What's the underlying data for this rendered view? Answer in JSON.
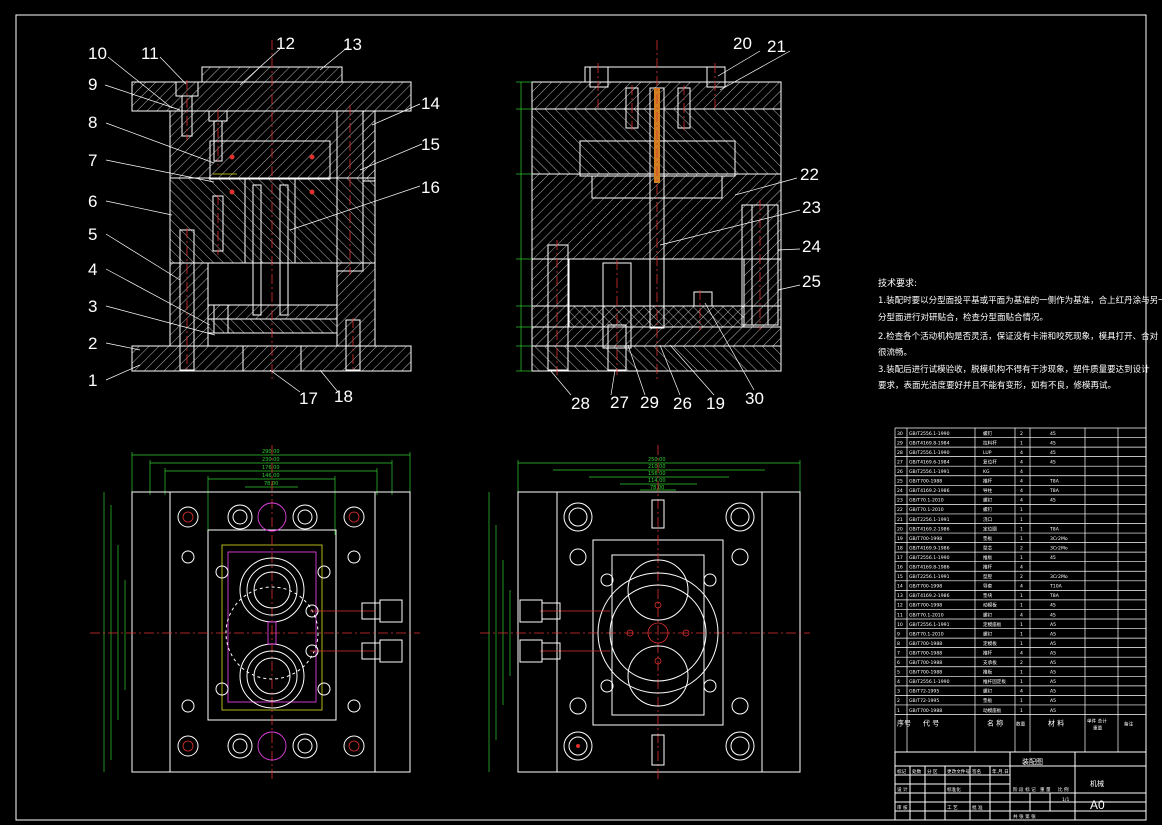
{
  "part_labels": {
    "left": [
      "10",
      "11",
      "12",
      "13",
      "9",
      "8",
      "14",
      "15",
      "7",
      "16",
      "6",
      "5",
      "4",
      "3",
      "2",
      "1",
      "17",
      "18"
    ],
    "right": [
      "20",
      "21",
      "22",
      "23",
      "24",
      "25",
      "28",
      "27",
      "29",
      "26",
      "19",
      "30"
    ]
  },
  "tech_notes": {
    "title": "技术要求:",
    "line1a": "1.装配时要以分型面投平基或平面为基准的一侧作为基准，合上红丹涂与另一",
    "line1b": "分型面进行对研贴合，检查分型面贴合情况。",
    "line2a": "2.检查各个活动机构是否灵活，保证没有卡滞和咬死现象，模具打开、合对",
    "line2b": "很流畅。",
    "line3a": "3.装配后进行试模验收，脱模机构不得有干涉现象，塑件质量要达到设计",
    "line3b": "要求，表面光洁度要好并且不能有变形，如有不良，修模再试。"
  },
  "bom": {
    "rows": [
      [
        "30",
        "GB/T2556.1-1990",
        "螺钉",
        "2",
        "45"
      ],
      [
        "29",
        "GB/T4169.8-1984",
        "拉料杆",
        "1",
        "45"
      ],
      [
        "28",
        "GB/T2556.1-1990",
        "LUP",
        "4",
        "45"
      ],
      [
        "27",
        "GB/T4169.6-1984",
        "复位杆",
        "4",
        "45"
      ],
      [
        "26",
        "GB/T2556.1-1991",
        "KG",
        "4",
        ""
      ],
      [
        "25",
        "GB/T700-1988",
        "推杆",
        "4",
        "T8A"
      ],
      [
        "24",
        "GB/T4169.2-1986",
        "导柱",
        "4",
        "T8A"
      ],
      [
        "23",
        "GB/T70.1-2010",
        "螺钉",
        "4",
        "45"
      ],
      [
        "22",
        "GB/T70.1-2010",
        "螺钉",
        "1",
        ""
      ],
      [
        "21",
        "GB/T2256.1-1991",
        "浇口",
        "1",
        ""
      ],
      [
        "20",
        "GB/T4169.2-1986",
        "定位圈",
        "1",
        "T8A"
      ],
      [
        "19",
        "GB/T700-1998",
        "垫板",
        "1",
        "3Cr2Mo"
      ],
      [
        "18",
        "GB/T4169.9-1986",
        "型芯",
        "2",
        "3Cr2Mo"
      ],
      [
        "17",
        "GB/T2556.1-1990",
        "推板",
        "1",
        "45"
      ],
      [
        "16",
        "GB/T4169.8-1986",
        "推杆",
        "4",
        ""
      ],
      [
        "15",
        "GB/T2256.1-1991",
        "型腔",
        "2",
        "3Cr2Mo"
      ],
      [
        "14",
        "GB/T700-1998",
        "导套",
        "4",
        "T10A"
      ],
      [
        "13",
        "GB/T4169.2-1986",
        "垫块",
        "1",
        "T8A"
      ],
      [
        "12",
        "GB/T700-1998",
        "动模板",
        "1",
        "45"
      ],
      [
        "11",
        "GB/T70.1-2010",
        "螺钉",
        "4",
        "45"
      ],
      [
        "10",
        "GB/T2556.1-1991",
        "定模座板",
        "1",
        "A5"
      ],
      [
        "9",
        "GB/T70.1-2010",
        "螺钉",
        "1",
        "A5"
      ],
      [
        "8",
        "GB/T700-1988",
        "定模板",
        "1",
        "A5"
      ],
      [
        "7",
        "GB/T700-1988",
        "推杆",
        "4",
        "A5"
      ],
      [
        "6",
        "GB/T700-1988",
        "支承板",
        "2",
        "A5"
      ],
      [
        "5",
        "GB/T700-1988",
        "推板",
        "1",
        "A5"
      ],
      [
        "4",
        "GB/T2556.1-1990",
        "推杆固定板",
        "1",
        "A5"
      ],
      [
        "3",
        "GB/T72-1995",
        "螺钉",
        "4",
        "A5"
      ],
      [
        "2",
        "GB/T72-1995",
        "垫板",
        "1",
        "A5"
      ],
      [
        "1",
        "GB/T700-1988",
        "动模座板",
        "1",
        "A5"
      ]
    ],
    "headers": [
      "序号",
      "代 号",
      "名 称",
      "数量",
      "材 料",
      "单件 总计",
      "备注"
    ],
    "header_weight": "重量"
  },
  "title_block": {
    "drawing_name": "装配图",
    "company": "机械",
    "size": "A0",
    "sheet": "1/1",
    "cells": [
      "标记",
      "处数",
      "分 区",
      "更改文件号",
      "签名",
      "年.月.日"
    ],
    "cells2": [
      "设 计",
      "标准化",
      "阶 段 标 记",
      "重 量",
      "比 例"
    ],
    "cells3": [
      "审 核",
      "",
      "工 艺",
      "批 准",
      "共 张  第 张"
    ]
  },
  "dims": {
    "top_left": [
      "290.00",
      "230.00",
      "176.00",
      "146.00",
      "78.00"
    ],
    "top_right": [
      "250.00",
      "210.00",
      "156.00",
      "114.00",
      "78.00"
    ]
  }
}
